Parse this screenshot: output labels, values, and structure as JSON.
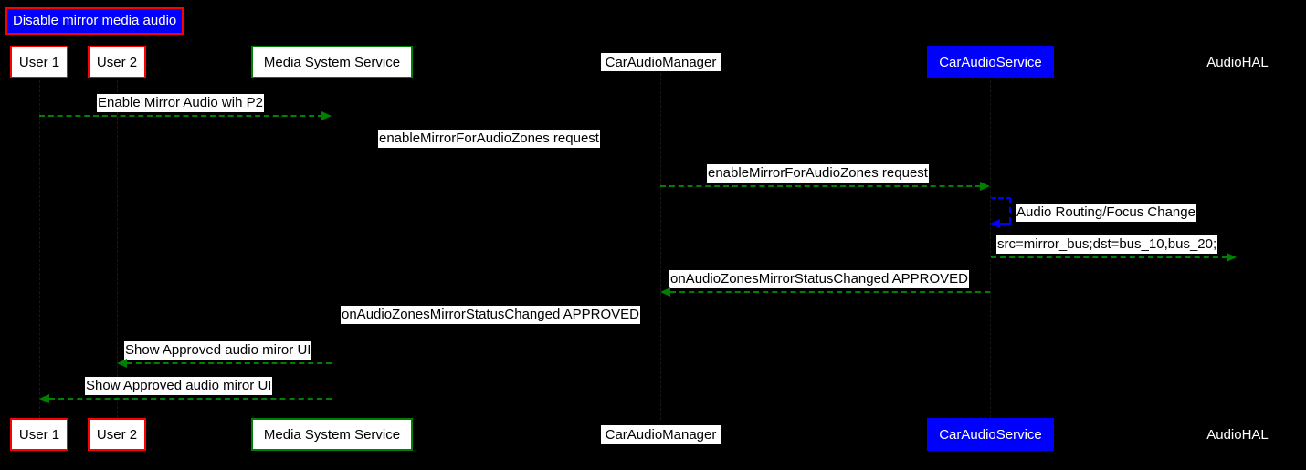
{
  "diagram": {
    "type": "sequence-diagram",
    "background": "#000000",
    "title": {
      "text": "Disable mirror media audio",
      "background": "#0000FF",
      "border": "#FF0000",
      "color": "#FFFFFF"
    },
    "colors": {
      "message_arrow": "#008000",
      "self_call_arrow": "#0000FF",
      "actor_border_red": "#FF0000",
      "actor_border_green": "#008000",
      "highlight_fill": "#0000FF",
      "label_background": "#FFFFFF",
      "label_text": "#000000",
      "plain_text": "#FFFFFF"
    },
    "participants": [
      {
        "id": "user1",
        "label": "User 1",
        "style": "boxed-red"
      },
      {
        "id": "user2",
        "label": "User 2",
        "style": "boxed-red"
      },
      {
        "id": "mediasystem",
        "label": "Media System Service",
        "style": "boxed-green"
      },
      {
        "id": "caraudiomanager",
        "label": "CarAudioManager",
        "style": "plain-white"
      },
      {
        "id": "caraudioservice",
        "label": "CarAudioService",
        "style": "filled-blue"
      },
      {
        "id": "audiohal",
        "label": "AudioHAL",
        "style": "bare"
      }
    ],
    "messages": [
      {
        "index": 1,
        "label": "Enable Mirror Audio wih P2",
        "from": "user1",
        "to": "mediasystem",
        "direction": "right",
        "arrow_color": "#008000",
        "line_style": "dashed",
        "arrow_visible": true
      },
      {
        "index": 2,
        "label": "enableMirrorForAudioZones request",
        "from": "mediasystem",
        "to": "caraudiomanager",
        "direction": "right",
        "arrow_color": "#008000",
        "line_style": "dashed",
        "arrow_visible": false
      },
      {
        "index": 3,
        "label": "enableMirrorForAudioZones request",
        "from": "caraudiomanager",
        "to": "caraudioservice",
        "direction": "right",
        "arrow_color": "#008000",
        "line_style": "dashed",
        "arrow_visible": true
      },
      {
        "index": 4,
        "label": "Audio Routing/Focus Change",
        "from": "caraudioservice",
        "to": "caraudioservice",
        "direction": "self",
        "arrow_color": "#0000FF",
        "line_style": "dashed",
        "arrow_visible": true
      },
      {
        "index": 5,
        "label": "src=mirror_bus;dst=bus_10,bus_20;",
        "from": "caraudioservice",
        "to": "audiohal",
        "direction": "right",
        "arrow_color": "#008000",
        "line_style": "dashed",
        "arrow_visible": true
      },
      {
        "index": 6,
        "label": "onAudioZonesMirrorStatusChanged APPROVED",
        "from": "caraudioservice",
        "to": "caraudiomanager",
        "direction": "left",
        "arrow_color": "#008000",
        "line_style": "dashed",
        "arrow_visible": true
      },
      {
        "index": 7,
        "label": "onAudioZonesMirrorStatusChanged APPROVED",
        "from": "caraudiomanager",
        "to": "mediasystem",
        "direction": "left",
        "arrow_color": "#008000",
        "line_style": "dashed",
        "arrow_visible": false
      },
      {
        "index": 8,
        "label": "Show Approved audio miror UI",
        "from": "mediasystem",
        "to": "user2",
        "direction": "left",
        "arrow_color": "#008000",
        "line_style": "dashed",
        "arrow_visible": true
      },
      {
        "index": 9,
        "label": "Show Approved audio miror UI",
        "from": "mediasystem",
        "to": "user1",
        "direction": "left",
        "arrow_color": "#008000",
        "line_style": "dashed",
        "arrow_visible": true
      }
    ]
  }
}
